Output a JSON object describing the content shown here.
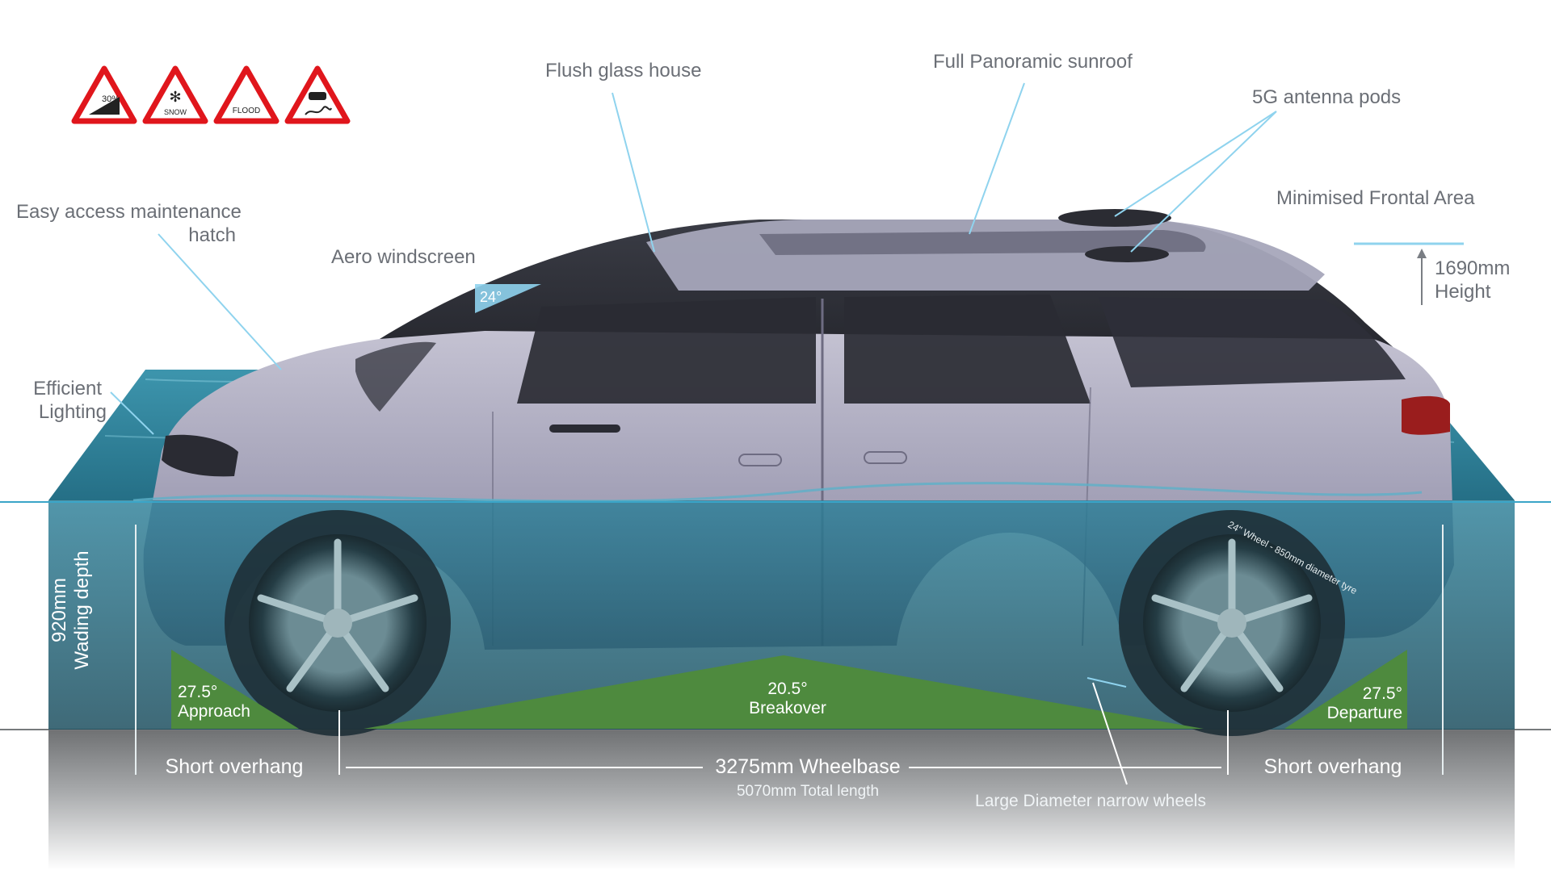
{
  "warning_signs": [
    {
      "icon": "steep-incline-sign-icon",
      "text": "30%"
    },
    {
      "icon": "snow-sign-icon",
      "text": "SNOW"
    },
    {
      "icon": "flood-sign-icon",
      "text": "FLOOD"
    },
    {
      "icon": "slippery-road-sign-icon",
      "text": ""
    }
  ],
  "callouts": {
    "flush_glass": "Flush glass house",
    "sunroof": "Full Panoramic sunroof",
    "antenna": "5G antenna pods",
    "frontal_area": "Minimised Frontal Area",
    "height_value": "1690mm",
    "height_label": "Height",
    "hatch_line1": "Easy access maintenance",
    "hatch_line2": "hatch",
    "aero": "Aero windscreen",
    "windscreen_angle": "24°",
    "lighting_line1": "Efficient",
    "lighting_line2": "Lighting"
  },
  "dimensions": {
    "wading_value": "920mm",
    "wading_label": "Wading depth",
    "approach_angle": "27.5°",
    "approach_label": "Approach",
    "breakover_angle": "20.5°",
    "breakover_label": "Breakover",
    "departure_angle": "27.5°",
    "departure_label": "Departure",
    "front_overhang": "Short overhang",
    "rear_overhang": "Short overhang",
    "wheelbase": "3275mm Wheelbase",
    "total_length": "5070mm Total length",
    "wheels": "Large Diameter narrow wheels",
    "tyre_text": "24\" Wheel - 850mm diameter tyre"
  },
  "colors": {
    "callout_line": "#8fd3ee",
    "water": "#2b7e97",
    "water_dark": "#1f5f74",
    "ground_green": "#4e8a3e",
    "car_body": "#a9a8bd",
    "sign_red": "#e0161c"
  }
}
